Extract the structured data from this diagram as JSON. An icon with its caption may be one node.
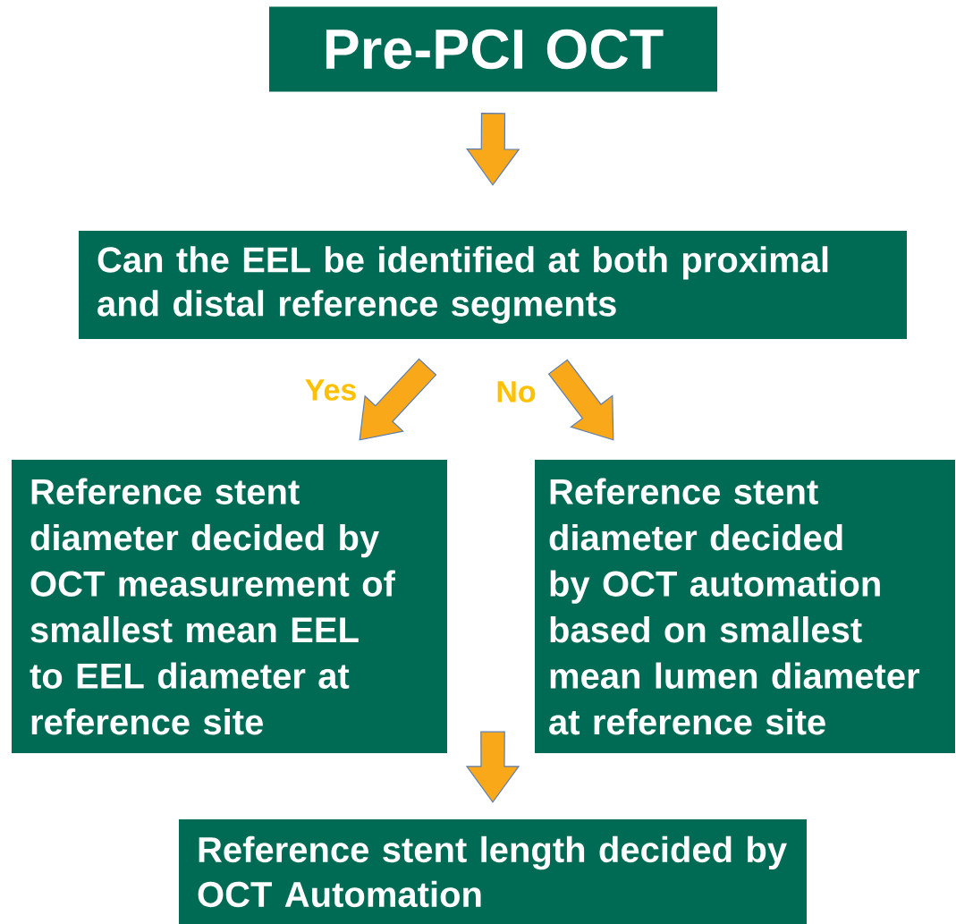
{
  "diagram": {
    "nodes": [
      {
        "text": [
          "Pre-PCI OCT"
        ]
      },
      {
        "text": [
          "Can the EEL be identified at both proximal and distal reference segments"
        ]
      },
      {
        "text": [
          "Reference stent diameter decided by OCT measurement of smallest mean EEL to EEL diameter at reference site"
        ]
      },
      {
        "text": [
          "Reference stent diameter decided by OCT automation based on smallest mean lumen diameter at reference site"
        ]
      },
      {
        "text": [
          "Reference stent length decided by OCT Automation"
        ]
      }
    ],
    "edges": [
      {
        "from": 0,
        "to": 1,
        "arrow": "to"
      },
      {
        "from": 1,
        "to": 2,
        "arrow": "to",
        "label": "Yes"
      },
      {
        "from": 1,
        "to": 3,
        "arrow": "to",
        "label": "No"
      },
      {
        "from": 2,
        "to": 4,
        "arrow": "to"
      },
      {
        "from": 3,
        "to": 4,
        "arrow": "to"
      }
    ]
  }
}
